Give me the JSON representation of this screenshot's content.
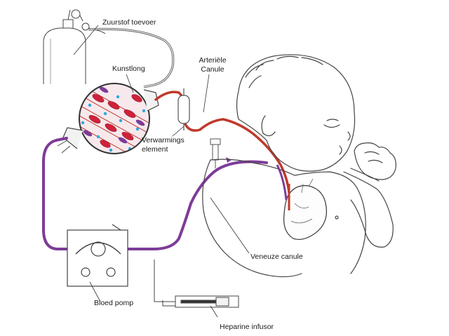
{
  "labels": {
    "oxygen": "Zuurstof toevoer",
    "oxygenator": "Kunstlong",
    "arterial_line1": "Arteriële",
    "arterial_line2": "Canule",
    "heater_line1": "Verwarmings",
    "heater_line2": "element",
    "venous": "Veneuze canule",
    "pump": "Bloed pomp",
    "heparin": "Heparine infusor"
  },
  "colors": {
    "arterial": "#c0392b",
    "venous": "#7d3c98",
    "outline": "#444444",
    "red_cells": "#d0213a",
    "blue_dots": "#2ea8df"
  }
}
